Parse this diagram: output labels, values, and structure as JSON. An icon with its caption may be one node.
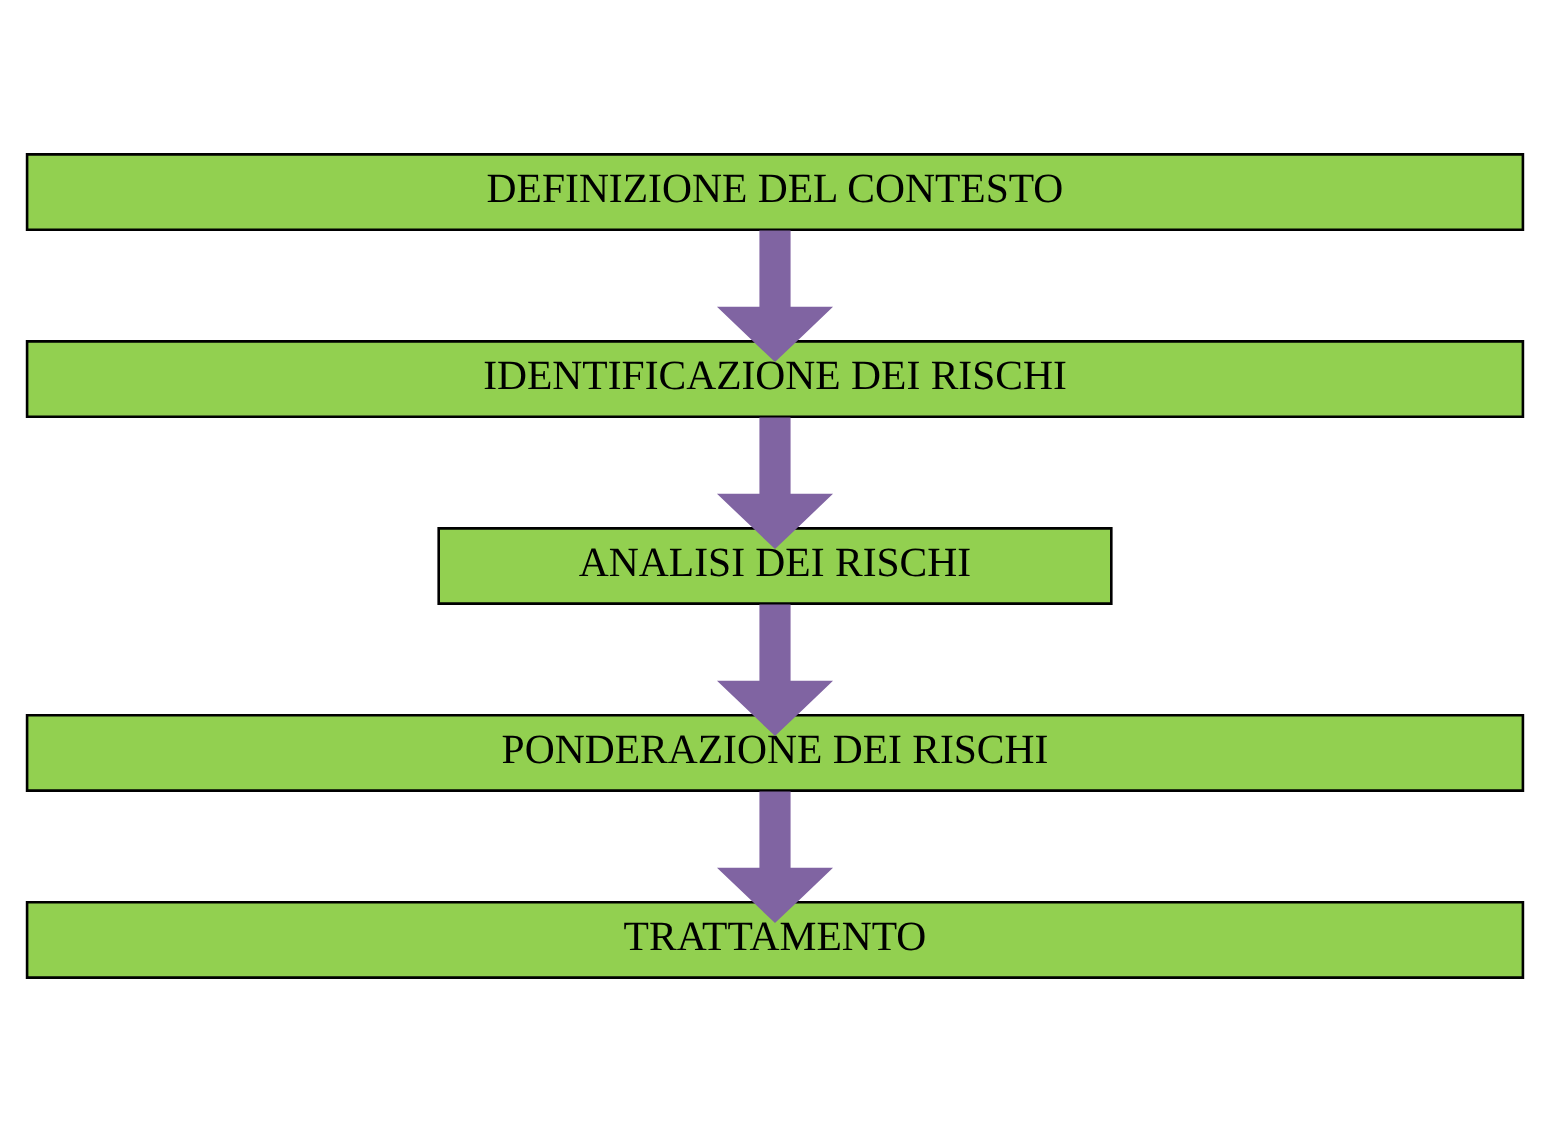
{
  "diagram": {
    "nodes": [
      {
        "text": [
          "DEFINIZIONE DEL CONTESTO"
        ]
      },
      {
        "text": [
          "IDENTIFICAZIONE DEI RISCHI"
        ]
      },
      {
        "text": [
          "ANALISI DEI RISCHI"
        ]
      },
      {
        "text": [
          "PONDERAZIONE DEI RISCHI"
        ]
      },
      {
        "text": [
          "TRATTAMENTO"
        ]
      }
    ],
    "edges": [
      {
        "from": 0,
        "to": 1,
        "arrow": "to"
      },
      {
        "from": 1,
        "to": 2,
        "arrow": "to"
      },
      {
        "from": 2,
        "to": 3,
        "arrow": "to"
      },
      {
        "from": 3,
        "to": 4,
        "arrow": "to"
      }
    ]
  }
}
